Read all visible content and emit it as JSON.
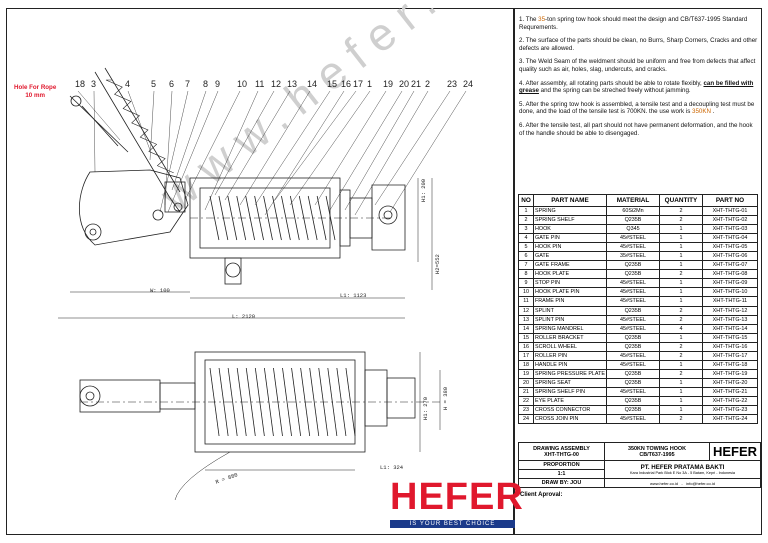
{
  "hole_label": [
    "Hole For Rope",
    "10 mm"
  ],
  "callouts": [
    "18",
    "3",
    "4",
    "5",
    "6",
    "7",
    "8",
    "9",
    "10",
    "11",
    "12",
    "13",
    "14",
    "15",
    "16",
    "17",
    "1",
    "19",
    "20",
    "21",
    "2",
    "23",
    "24"
  ],
  "dimensions": {
    "w": "W: 100",
    "l1": "L1: 1123",
    "l": "L: 2120",
    "h1": "H1: 200",
    "h2": "H2=552",
    "h1b": "H1: 270",
    "l1b": "L1: 324",
    "r": "R = 880",
    "h": "H = 380"
  },
  "watermark": "www.hefer.co",
  "notes": [
    {
      "parts": [
        {
          "t": "1. The "
        },
        {
          "t": "35",
          "accent": true
        },
        {
          "t": "-ton spring tow hook should meet the design and CB/T637-1995 Standard Requrements."
        }
      ]
    },
    {
      "parts": [
        {
          "t": "2. The surface of the parts should be clean, no Burrs, Sharp Corners, Cracks and other defects are allowed."
        }
      ]
    },
    {
      "parts": [
        {
          "t": "3. The Weld Seam of the weldment should be uniform and free from defects that affect quality such as air, holes, slag, undercuts, and cracks."
        }
      ]
    },
    {
      "parts": [
        {
          "t": "4. After assembly, all rotating parts should be able to rotate flexibly, "
        },
        {
          "t": "can be filled with grease",
          "hl": true
        },
        {
          "t": " and the spring can be streched freely without jamming."
        }
      ]
    },
    {
      "parts": [
        {
          "t": "5. After the spring tow hook is assembled, a tensile test and a decoupling test must be done, and the load of the tensile test is 700KN. the use work is "
        },
        {
          "t": "350KN",
          "accent": true
        },
        {
          "t": " ."
        }
      ]
    },
    {
      "parts": [
        {
          "t": "6. After the tensile test, all part should not have permanent deformation, and the hook of the handle should be able to disengaged."
        }
      ]
    }
  ],
  "parts_table": {
    "headers": [
      "NO",
      "PART NAME",
      "MATERIAL",
      "QUANTITY",
      "PART NO"
    ],
    "rows": [
      [
        "1",
        "SPRING",
        "60Si2Mn",
        "2",
        "XHT-THTG-01"
      ],
      [
        "2",
        "SPRING SHELF",
        "Q235B",
        "2",
        "XHT-THTG-02"
      ],
      [
        "3",
        "HOOK",
        "Q345",
        "1",
        "XHT-THTG-03"
      ],
      [
        "4",
        "GATE PIN",
        "45#STEEL",
        "1",
        "XHT-THTG-04"
      ],
      [
        "5",
        "HOOK PIN",
        "45#STEEL",
        "1",
        "XHT-THTG-05"
      ],
      [
        "6",
        "GATE",
        "35#STEEL",
        "1",
        "XHT-THTG-06"
      ],
      [
        "7",
        "GATE FRAME",
        "Q235B",
        "1",
        "XHT-THTG-07"
      ],
      [
        "8",
        "HOOK PLATE",
        "Q235B",
        "2",
        "XHT-THTG-08"
      ],
      [
        "9",
        "STOP PIN",
        "45#STEEL",
        "1",
        "XHT-THTG-09"
      ],
      [
        "10",
        "HOOK PLATE PIN",
        "45#STEEL",
        "1",
        "XHT-THTG-10"
      ],
      [
        "11",
        "FRAME PIN",
        "45#STEEL",
        "1",
        "XHT-THTG-11"
      ],
      [
        "12",
        "SPLINT",
        "Q235B",
        "2",
        "XHT-THTG-12"
      ],
      [
        "13",
        "SPLINT PIN",
        "45#STEEL",
        "2",
        "XHT-THTG-13"
      ],
      [
        "14",
        "SPRING MANDREL",
        "45#STEEL",
        "4",
        "XHT-THTG-14"
      ],
      [
        "15",
        "ROLLER BRACKET",
        "Q235B",
        "1",
        "XHT-THTG-15"
      ],
      [
        "16",
        "SCROLL WHEEL",
        "Q235B",
        "2",
        "XHT-THTG-16"
      ],
      [
        "17",
        "ROLLER PIN",
        "45#STEEL",
        "2",
        "XHT-THTG-17"
      ],
      [
        "18",
        "HANDLE PIN",
        "45#STEEL",
        "1",
        "XHT-THTG-18"
      ],
      [
        "19",
        "SPRING PRESSURE PLATE",
        "Q235B",
        "2",
        "XHT-THTG-19"
      ],
      [
        "20",
        "SPRING SEAT",
        "Q235B",
        "1",
        "XHT-THTG-20"
      ],
      [
        "21",
        "SPRING SHELF PIN",
        "45#STEEL",
        "1",
        "XHT-THTG-21"
      ],
      [
        "22",
        "EYE PLATE",
        "Q235B",
        "1",
        "XHT-THTG-22"
      ],
      [
        "23",
        "CROSS CONNECTOR",
        "Q235B",
        "1",
        "XHT-THTG-23"
      ],
      [
        "24",
        "CROSS JOIN PIN",
        "45#STEEL",
        "2",
        "XHT-THTG-24"
      ]
    ]
  },
  "title_block": {
    "drawing_assembly": "DRAWING ASSEMBLY",
    "drawing_no": "XHT-THTG-00",
    "product": "350KN TOWING HOOK",
    "standard": "CB/T637-1995",
    "brand": "HEFER",
    "proportion_label": "PROPORTION",
    "proportion": "1:1",
    "company": "PT. HEFER PRATAMA BAKTI",
    "address": "Kara Industrial Park Blok E No 3A - 5 Batam, Kepri - Indonesia",
    "draw_by": "DRAW BY: JOU",
    "website": "www.hefer.co.id",
    "email": "info@hefer.co.id",
    "client": "Client Aproval:"
  },
  "logo": {
    "text": "HEFER",
    "tagline": "IS YOUR BEST CHOICE"
  },
  "colors": {
    "accent_red": "#e0182d",
    "logo_blue": "#1b3a8a",
    "note_accent": "#cc6600"
  }
}
